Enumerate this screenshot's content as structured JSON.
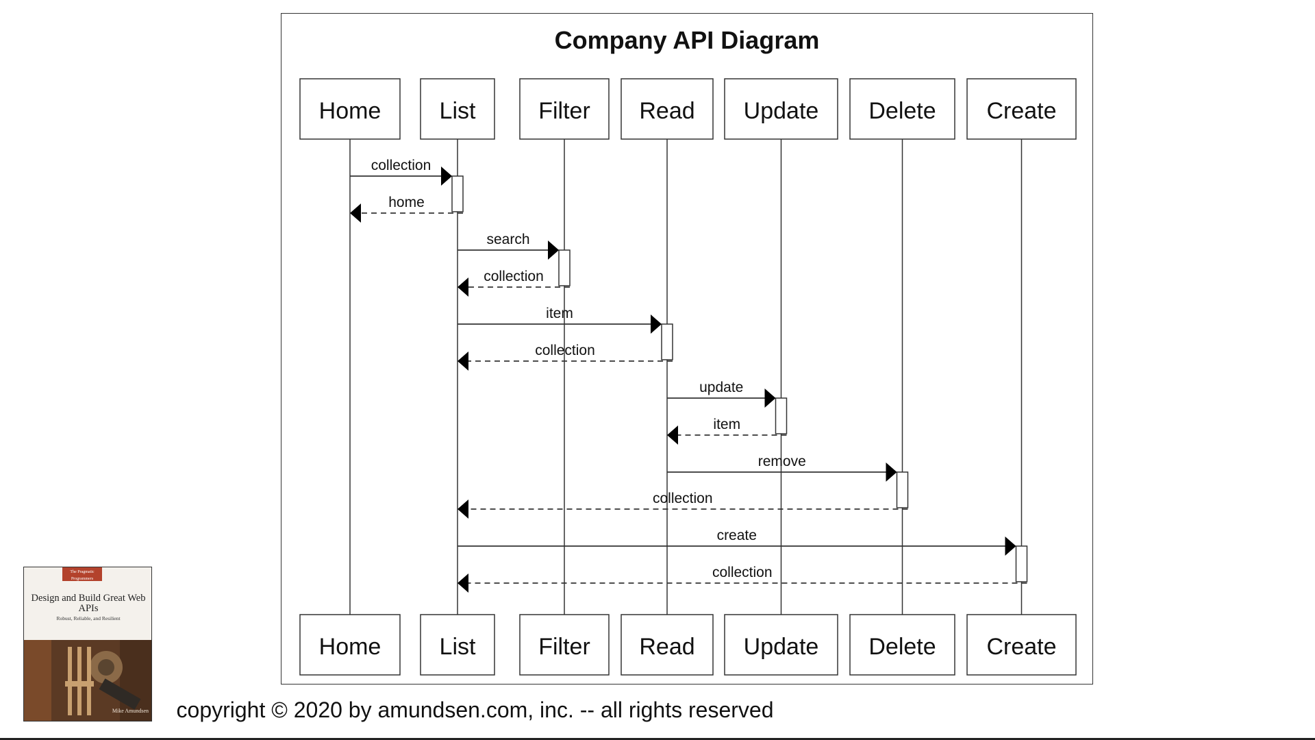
{
  "diagram": {
    "title": "Company API Diagram",
    "participants": [
      "Home",
      "List",
      "Filter",
      "Read",
      "Update",
      "Delete",
      "Create"
    ],
    "messages": [
      {
        "from": "Home",
        "to": "List",
        "label": "collection",
        "kind": "call"
      },
      {
        "from": "List",
        "to": "Home",
        "label": "home",
        "kind": "return"
      },
      {
        "from": "List",
        "to": "Filter",
        "label": "search",
        "kind": "call"
      },
      {
        "from": "Filter",
        "to": "List",
        "label": "collection",
        "kind": "return"
      },
      {
        "from": "List",
        "to": "Read",
        "label": "item",
        "kind": "call"
      },
      {
        "from": "Read",
        "to": "List",
        "label": "collection",
        "kind": "return"
      },
      {
        "from": "Read",
        "to": "Update",
        "label": "update",
        "kind": "call"
      },
      {
        "from": "Update",
        "to": "Read",
        "label": "item",
        "kind": "return"
      },
      {
        "from": "Read",
        "to": "Delete",
        "label": "remove",
        "kind": "call"
      },
      {
        "from": "Delete",
        "to": "List",
        "label": "collection",
        "kind": "return"
      },
      {
        "from": "List",
        "to": "Create",
        "label": "create",
        "kind": "call"
      },
      {
        "from": "Create",
        "to": "List",
        "label": "collection",
        "kind": "return"
      }
    ]
  },
  "footer": {
    "copyright": "copyright © 2020 by amundsen.com, inc. -- all rights reserved"
  },
  "book": {
    "publisher": "The Pragmatic Programmers",
    "title": "Design and Build Great Web APIs",
    "subtitle": "Robust, Reliable, and Resilient",
    "author": "Mike Amundsen"
  },
  "colors": {
    "line": "#333333",
    "text": "#111111",
    "publisher_red": "#b3422c"
  }
}
